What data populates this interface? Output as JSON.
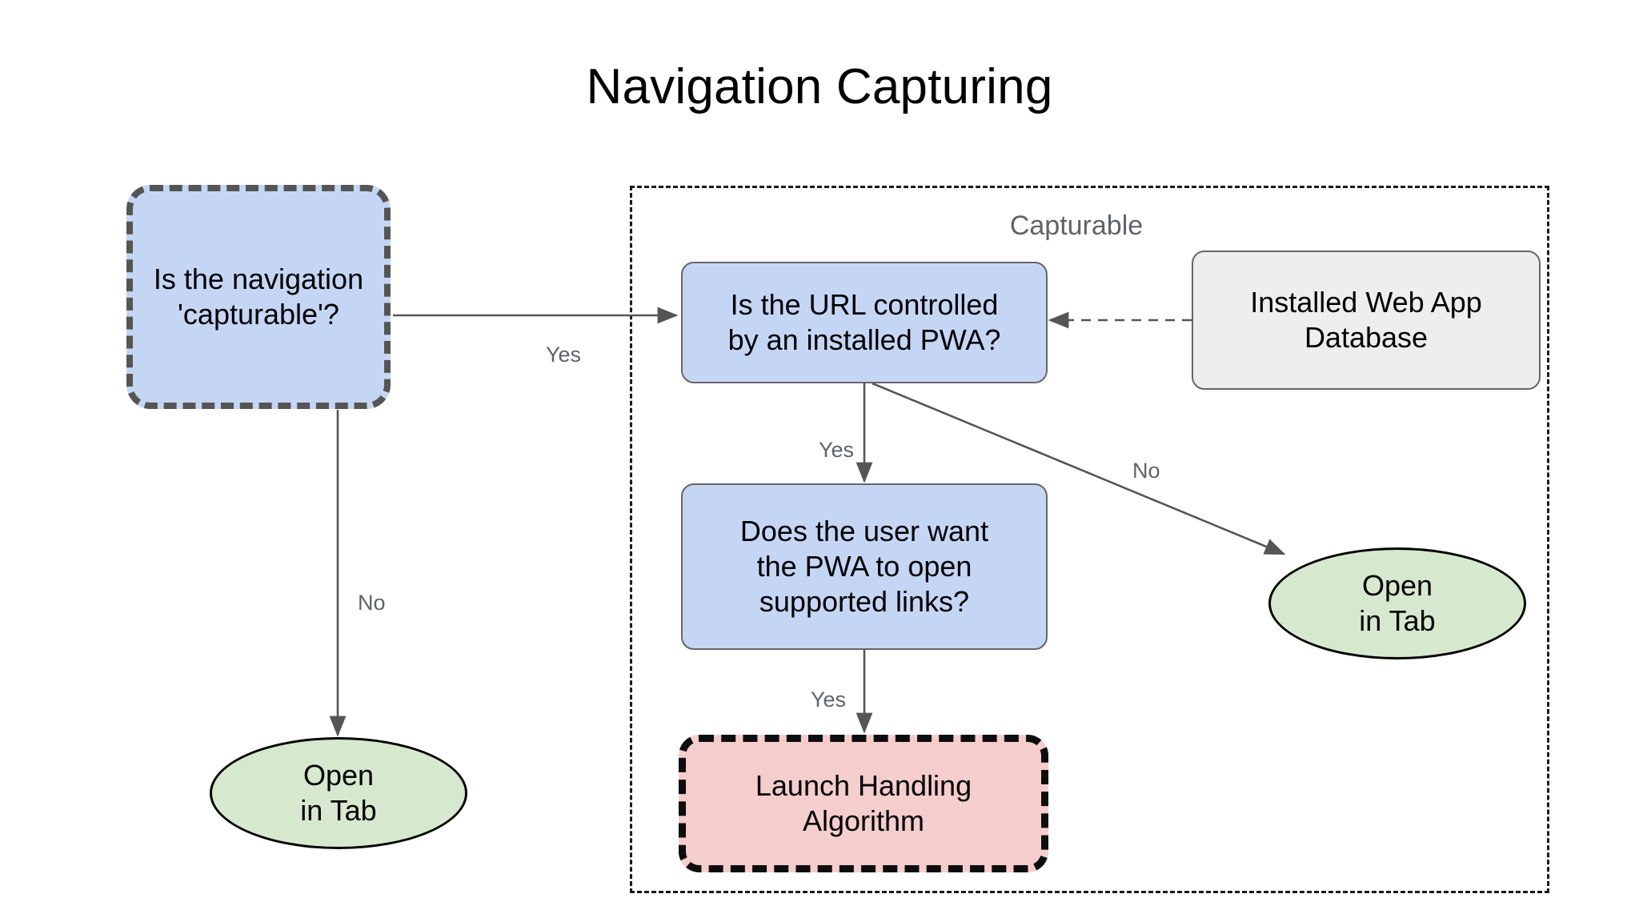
{
  "title": "Navigation Capturing",
  "colors": {
    "decision_fill": "#c5d6f5",
    "data_fill": "#eeeeee",
    "algorithm_fill": "#f5cdcd",
    "terminal_fill": "#d6e8ce",
    "edge_stroke": "#555555",
    "label_text": "#5f6368",
    "group_stroke": "#1a1a1a"
  },
  "group": {
    "label": "Capturable"
  },
  "nodes": {
    "is_navigation_capturable": {
      "label": "Is the navigation\n'capturable'?"
    },
    "is_url_controlled": {
      "label": "Is the URL controlled\nby an installed PWA?"
    },
    "installed_web_app_database": {
      "label": "Installed Web App\nDatabase"
    },
    "does_user_want_pwa": {
      "label": "Does the user want\nthe PWA to open\nsupported links?"
    },
    "launch_handling_algorithm": {
      "label": "Launch Handling\nAlgorithm"
    },
    "open_in_tab_left": {
      "label": "Open\nin Tab"
    },
    "open_in_tab_right": {
      "label": "Open\nin Tab"
    }
  },
  "edge_labels": {
    "capturable_yes": "Yes",
    "capturable_no": "No",
    "url_controlled_yes": "Yes",
    "url_controlled_no": "No",
    "user_want_yes": "Yes"
  }
}
